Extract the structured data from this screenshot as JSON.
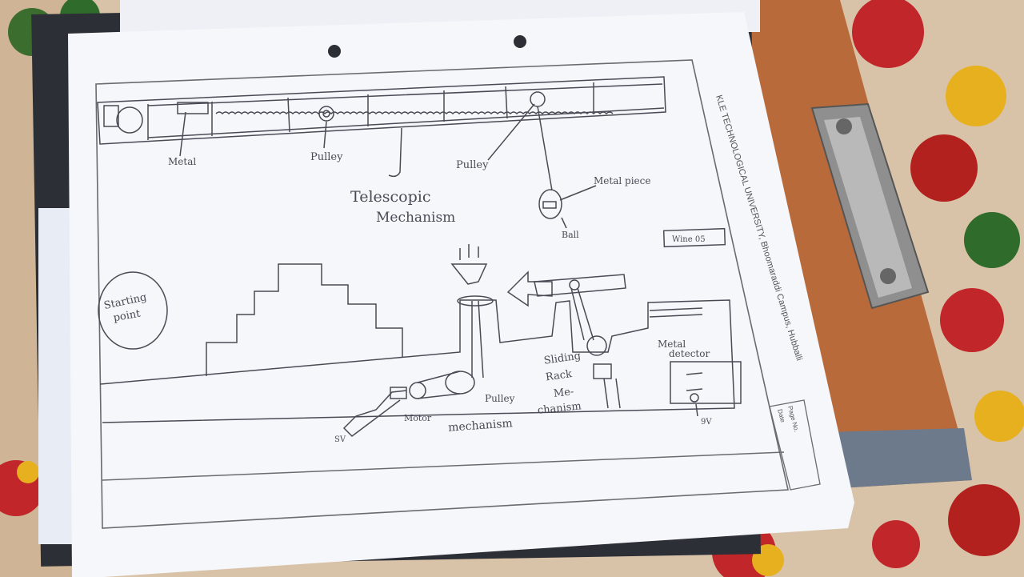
{
  "colors": {
    "fabric": "#d9c3a8",
    "flower_red": "#c0262a",
    "flower_yellow": "#e6b01e",
    "board": "#b86a3a",
    "paper": "#f6f7fb",
    "pencil": "#4a4a55"
  },
  "labels": {
    "metal": "Metal",
    "pulley_left": "Pulley",
    "pulley_right": "Pulley",
    "telescopic": "Telescopic",
    "mechanism": "Mechanism",
    "metal_piece": "Metal piece",
    "ball": "Ball",
    "boxed": "Wine 05",
    "starting": "Starting",
    "point": "point",
    "sliding": "Sliding",
    "rack": "Rack",
    "me": "Me-",
    "chanism": "chanism",
    "metal_detector_1": "Metal",
    "metal_detector_2": "detector",
    "pulley_bottom": "Pulley",
    "motor": "Motor",
    "mechanism_bottom": "mechanism",
    "sv": "SV",
    "ov": "9V"
  },
  "titleblock": {
    "university": "KLE TECHNOLOGICAL UNIVERSITY, Bhoomaraddi Campus, Hubballi",
    "page_no": "Page No.",
    "date": "Date"
  }
}
